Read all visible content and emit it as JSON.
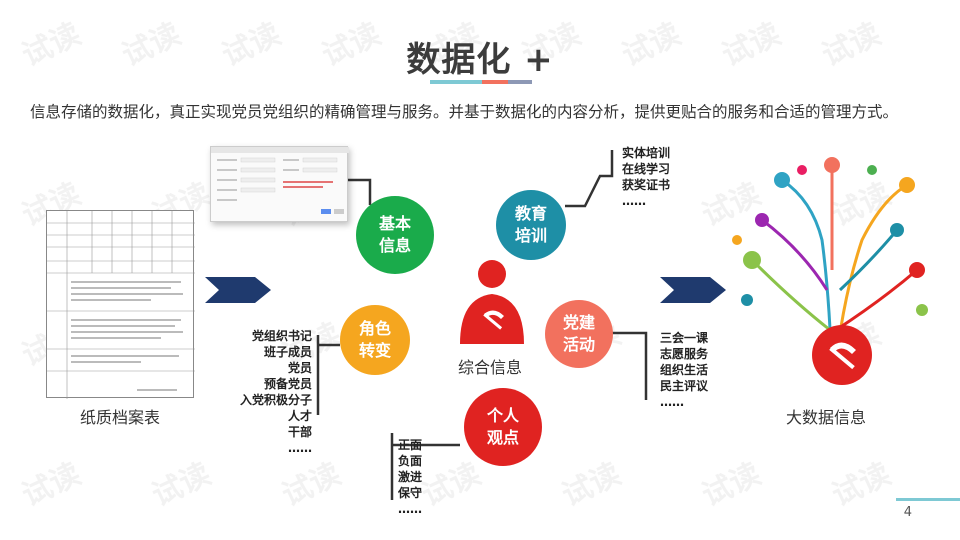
{
  "title": "数据化 +",
  "subtitle": "信息存储的数据化，真正实现党员党组织的精确管理与服务。并基于数据化的内容分析，提供更贴合的服务和合适的管理方式。",
  "captions": {
    "paper": "纸质档案表",
    "center": "综合信息",
    "bigdata": "大数据信息"
  },
  "circles": {
    "basic": "基本信息",
    "education": "教育培训",
    "role": "角色转变",
    "party": "党建活动",
    "personal": "个人观点"
  },
  "lists": {
    "education": [
      "实体培训",
      "在线学习",
      "获奖证书",
      "……"
    ],
    "role": [
      "党组织书记",
      "班子成员",
      "党员",
      "预备党员",
      "入党积极分子",
      "人才",
      "干部",
      "……"
    ],
    "party": [
      "三会一课",
      "志愿服务",
      "组织生活",
      "民主评议",
      "……"
    ],
    "personal": [
      "正面",
      "负面",
      "激进",
      "保守",
      "……"
    ]
  },
  "page_number": "4",
  "watermark": "试读",
  "colors": {
    "green": "#1aab4b",
    "teal": "#1e8fa6",
    "orange": "#f5a61f",
    "salmon": "#f2715e",
    "red": "#e02321",
    "navy": "#1f3a6e",
    "title_bar_left": "#7ec9d4",
    "title_bar_mid": "#f2715e",
    "title_bar_right": "#8d98b5"
  },
  "icons": [
    "party-emblem-icon",
    "big-data-tree-icon",
    "chevron-right-icon"
  ]
}
